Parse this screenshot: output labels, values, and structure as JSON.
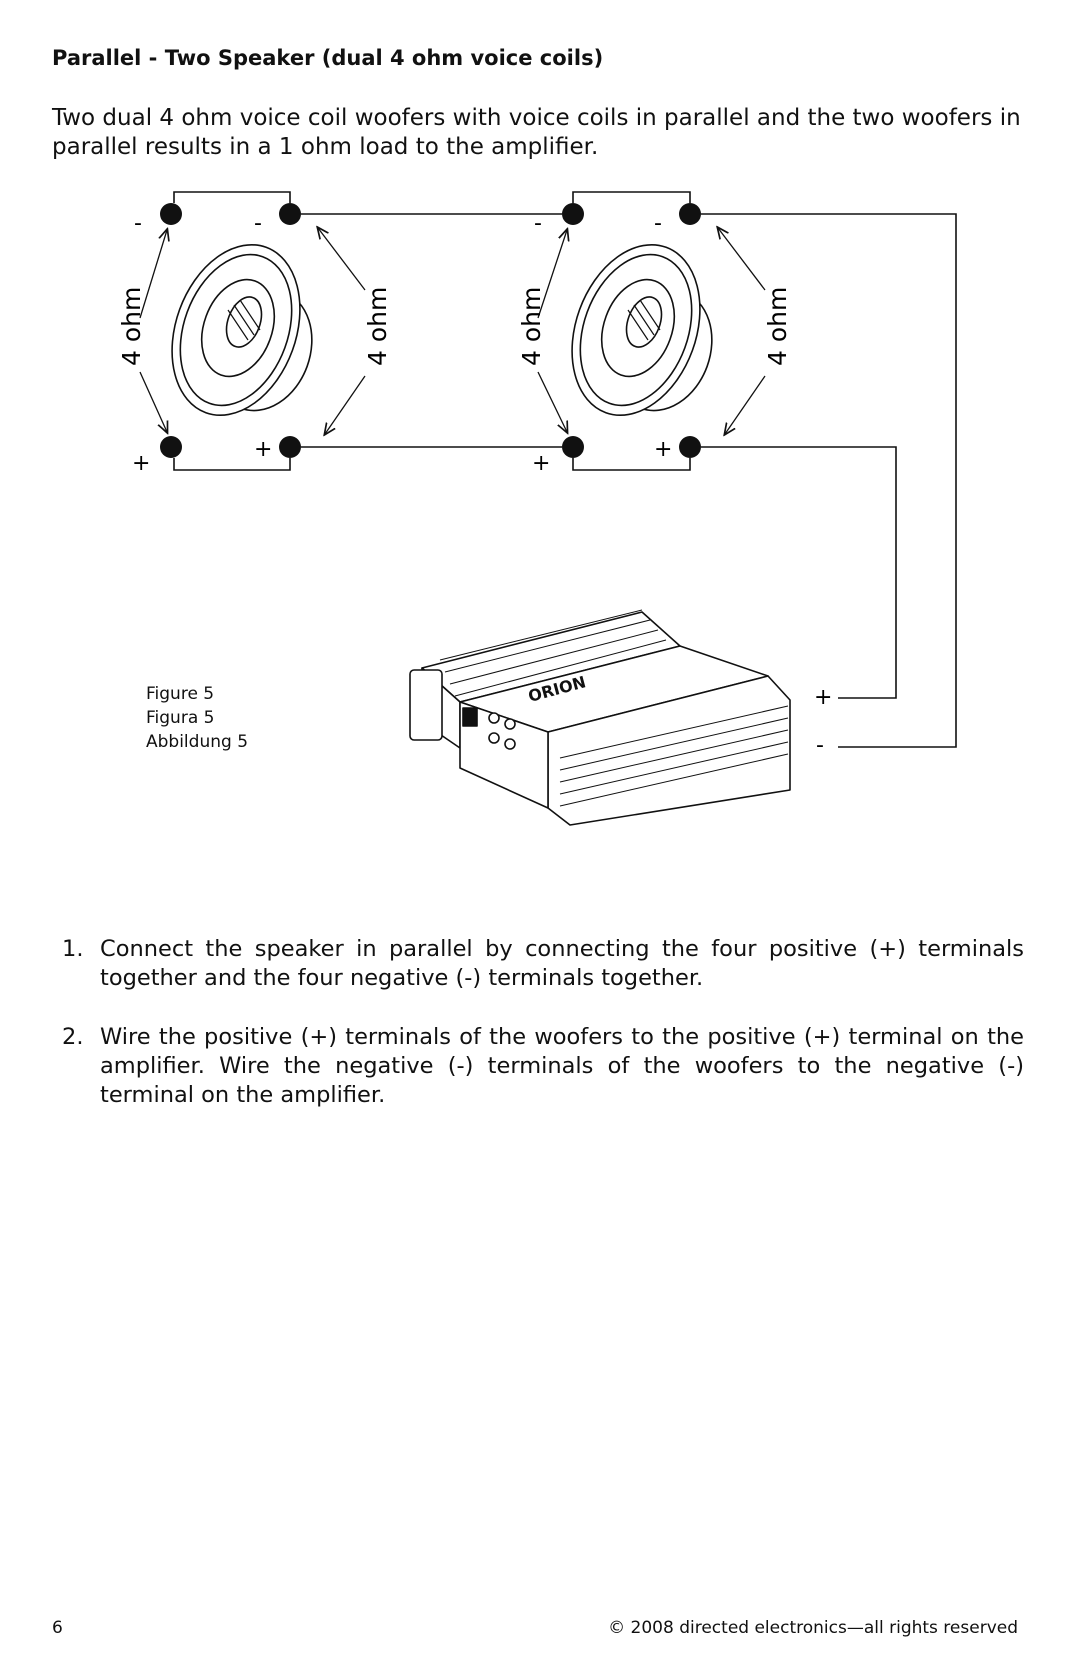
{
  "heading": "Parallel - Two Speaker (dual 4 ohm voice coils)",
  "intro": "Two dual 4 ohm voice coil woofers with voice coils in parallel and the two woofers in parallel results in a 1 ohm load to the amplifier.",
  "diagram": {
    "speaker1": {
      "coil_left_label": "4 ohm",
      "coil_right_label": "4 ohm",
      "minus_left": "-",
      "minus_right": "-",
      "plus_left": "+",
      "plus_right": "+"
    },
    "speaker2": {
      "coil_left_label": "4 ohm",
      "coil_right_label": "4 ohm",
      "minus_left": "-",
      "minus_right": "-",
      "plus_left": "+",
      "plus_right": "+"
    },
    "amp_plus": "+",
    "amp_minus": "-",
    "amp_brand": "ORION"
  },
  "caption": [
    "Figure 5",
    "Figura 5",
    "Abbildung 5"
  ],
  "steps": [
    {
      "num": "1.",
      "text": "Connect the speaker in parallel by connecting the four positive (+) terminals together and the four negative (-) terminals together."
    },
    {
      "num": "2.",
      "text": "Wire the positive (+) terminals of the woofers to the positive (+) terminal on the amplifier. Wire the negative (-) terminals of the woofers to the negative (-) terminal on the amplifier."
    }
  ],
  "footer": {
    "page_number": "6",
    "copyright": "© 2008 directed electronics—all rights reserved"
  }
}
